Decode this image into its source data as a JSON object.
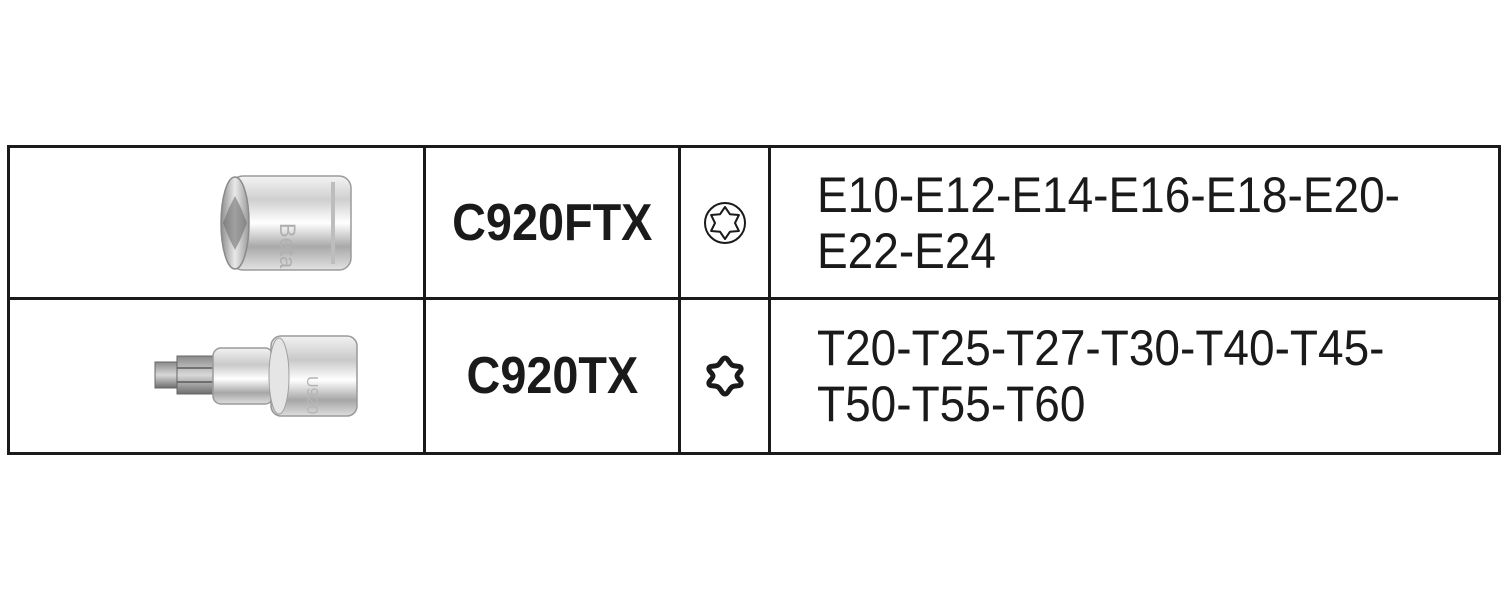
{
  "rows": [
    {
      "image_icon": "female-torx-socket-icon",
      "code": "C920FTX",
      "profile_icon": "female-torx-star-outline-icon",
      "sizes_line1": "E10-E12-E14-E16-E18-E20-",
      "sizes_line2": "E22-E24"
    },
    {
      "image_icon": "torx-bit-socket-icon",
      "code": "C920TX",
      "profile_icon": "torx-star-bold-icon",
      "sizes_line1": "T20-T25-T27-T30-T40-T45-",
      "sizes_line2": "T50-T55-T60"
    }
  ]
}
